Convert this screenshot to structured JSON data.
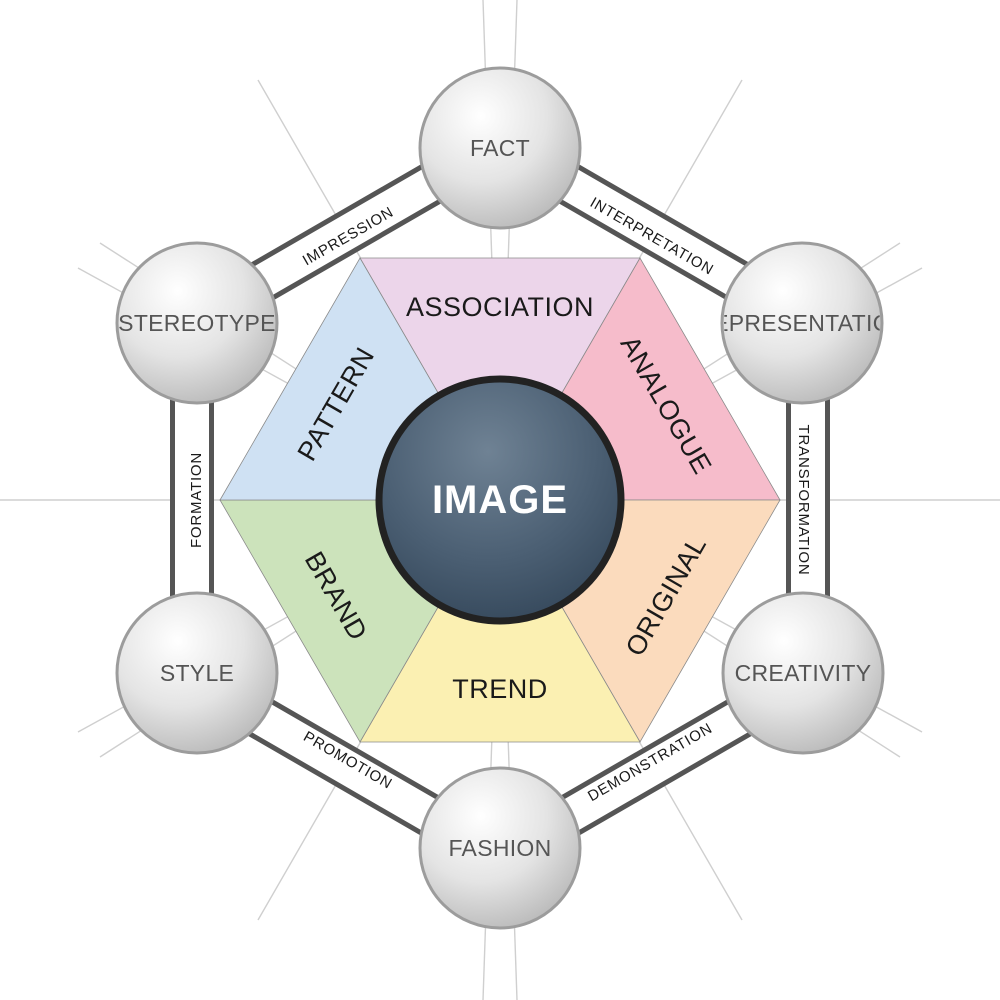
{
  "center": {
    "label": "IMAGE",
    "color": "#3f5367"
  },
  "segments": [
    {
      "label": "ASSOCIATION",
      "color": "#ecd5ea"
    },
    {
      "label": "ANALOGUE",
      "color": "#f6bccb"
    },
    {
      "label": "ORIGINAL",
      "color": "#fbdbbd"
    },
    {
      "label": "TREND",
      "color": "#fbf0b2"
    },
    {
      "label": "BRAND",
      "color": "#cce3bb"
    },
    {
      "label": "PATTERN",
      "color": "#cfe1f3"
    }
  ],
  "nodes": [
    {
      "label": "FACT"
    },
    {
      "label": "EPRESENTATIO"
    },
    {
      "label": "CREATIVITY"
    },
    {
      "label": "FASHION"
    },
    {
      "label": "STYLE"
    },
    {
      "label": "STEREOTYPE"
    }
  ],
  "edges": [
    {
      "label": "INTERPRETATION"
    },
    {
      "label": "TRANSFORMATION"
    },
    {
      "label": "DEMONSTRATION"
    },
    {
      "label": "PROMOTION"
    },
    {
      "label": "FORMATION"
    },
    {
      "label": "IMPRESSION"
    }
  ]
}
